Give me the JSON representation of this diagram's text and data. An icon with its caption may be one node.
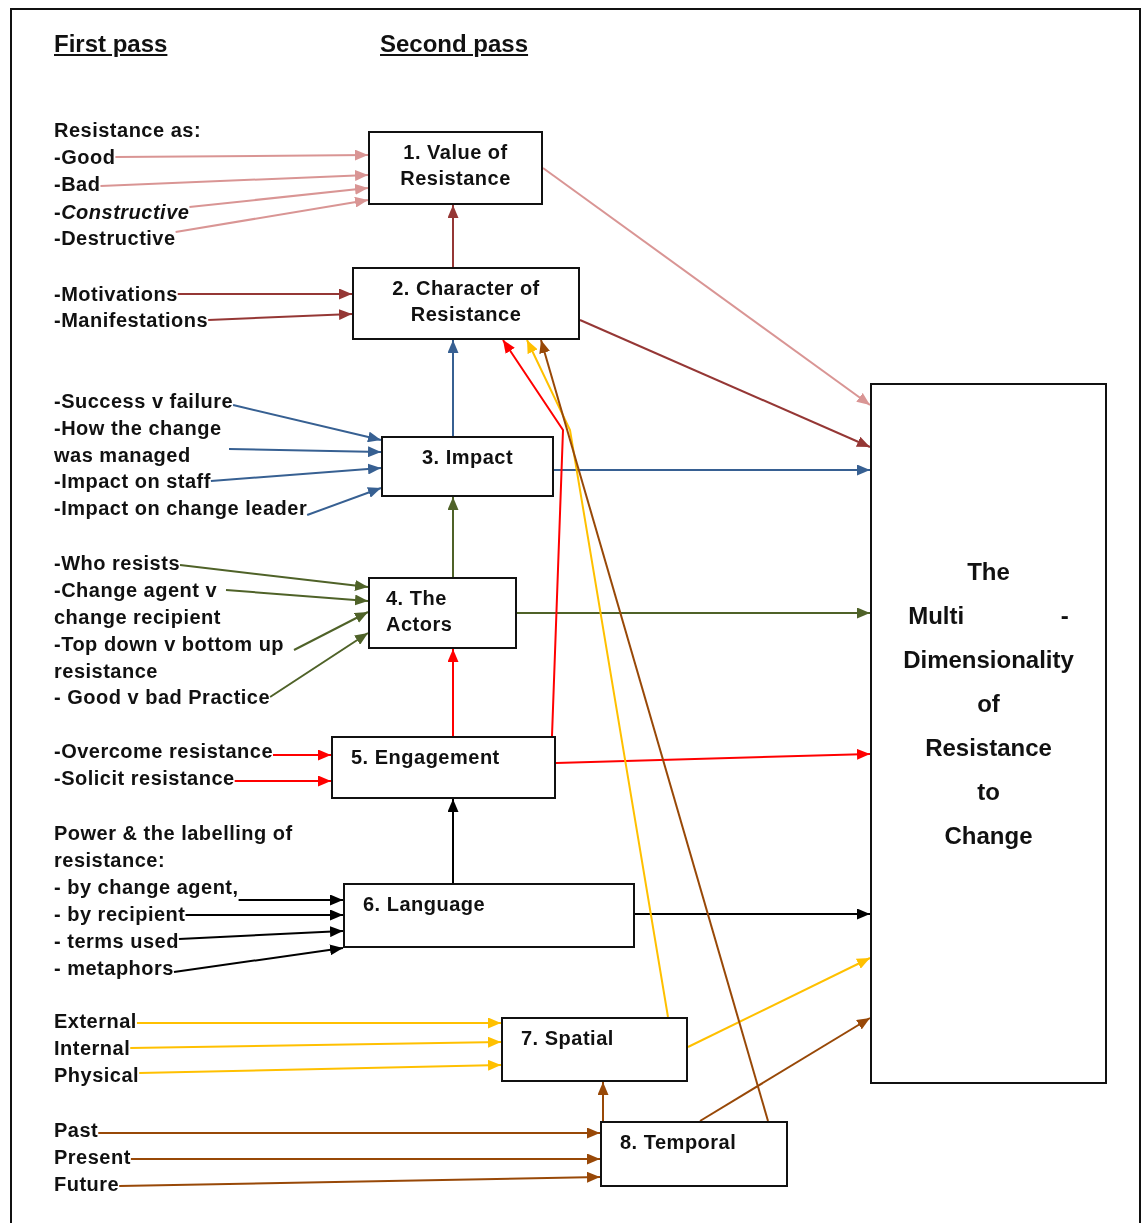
{
  "diagram": {
    "nodes": [
      {
        "text": [
          "-Good"
        ]
      },
      {
        "text": [
          "-Bad"
        ]
      },
      {
        "text": [
          "-*Constructive*"
        ]
      },
      {
        "text": [
          "-Destructive"
        ]
      },
      {
        "text": [
          "1. Value of Resistance"
        ]
      },
      {
        "text": [
          "-Motivations"
        ]
      },
      {
        "text": [
          "-Manifestations"
        ]
      },
      {
        "text": [
          "2. Character of Resistance"
        ]
      },
      {
        "text": [
          "-Success v failure"
        ]
      },
      {
        "text": [
          "-How the change was managed"
        ]
      },
      {
        "text": [
          "-Impact on staff"
        ]
      },
      {
        "text": [
          "-Impact on change leader"
        ]
      },
      {
        "text": [
          "3. Impact"
        ]
      },
      {
        "text": [
          "-Who resists"
        ]
      },
      {
        "text": [
          "-Change agent v change recipient"
        ]
      },
      {
        "text": [
          "-Top down v bottom up resistance"
        ]
      },
      {
        "text": [
          "- Good v bad Practice"
        ]
      },
      {
        "text": [
          "4. The Actors"
        ]
      },
      {
        "text": [
          "-Overcome resistance"
        ]
      },
      {
        "text": [
          "-Solicit resistance"
        ]
      },
      {
        "text": [
          "5. Engagement"
        ]
      },
      {
        "text": [
          "- by change agent,"
        ]
      },
      {
        "text": [
          "- by recipient"
        ]
      },
      {
        "text": [
          "- terms used"
        ]
      },
      {
        "text": [
          "- metaphors"
        ]
      },
      {
        "text": [
          "6. Language"
        ]
      },
      {
        "text": [
          "External"
        ]
      },
      {
        "text": [
          "Internal"
        ]
      },
      {
        "text": [
          "Physical"
        ]
      },
      {
        "text": [
          "7. Spatial"
        ]
      },
      {
        "text": [
          "Past"
        ]
      },
      {
        "text": [
          "Present"
        ]
      },
      {
        "text": [
          "Future"
        ]
      },
      {
        "text": [
          "8. Temporal"
        ]
      },
      {
        "text": [
          "The Multi - Dimensionality of Resistance to Change"
        ]
      }
    ],
    "edges": [
      {
        "from": 0,
        "to": 4,
        "arrow": "to",
        "color": "#d99594"
      },
      {
        "from": 1,
        "to": 4,
        "arrow": "to",
        "color": "#d99594"
      },
      {
        "from": 2,
        "to": 4,
        "arrow": "to",
        "color": "#d99594"
      },
      {
        "from": 3,
        "to": 4,
        "arrow": "to",
        "color": "#d99594"
      },
      {
        "from": 4,
        "to": 34,
        "arrow": "to",
        "color": "#d99594"
      },
      {
        "from": 5,
        "to": 7,
        "arrow": "to",
        "color": "#953735"
      },
      {
        "from": 6,
        "to": 7,
        "arrow": "to",
        "color": "#953735"
      },
      {
        "from": 7,
        "to": 4,
        "arrow": "to",
        "color": "#953735"
      },
      {
        "from": 7,
        "to": 34,
        "arrow": "to",
        "color": "#953735"
      },
      {
        "from": 8,
        "to": 12,
        "arrow": "to",
        "color": "#376092"
      },
      {
        "from": 9,
        "to": 12,
        "arrow": "to",
        "color": "#376092"
      },
      {
        "from": 10,
        "to": 12,
        "arrow": "to",
        "color": "#376092"
      },
      {
        "from": 11,
        "to": 12,
        "arrow": "to",
        "color": "#376092"
      },
      {
        "from": 12,
        "to": 7,
        "arrow": "to",
        "color": "#376092"
      },
      {
        "from": 12,
        "to": 34,
        "arrow": "to",
        "color": "#376092"
      },
      {
        "from": 13,
        "to": 17,
        "arrow": "to",
        "color": "#4f6228"
      },
      {
        "from": 14,
        "to": 17,
        "arrow": "to",
        "color": "#4f6228"
      },
      {
        "from": 15,
        "to": 17,
        "arrow": "to",
        "color": "#4f6228"
      },
      {
        "from": 16,
        "to": 17,
        "arrow": "to",
        "color": "#4f6228"
      },
      {
        "from": 17,
        "to": 12,
        "arrow": "to",
        "color": "#4f6228"
      },
      {
        "from": 17,
        "to": 34,
        "arrow": "to",
        "color": "#4f6228"
      },
      {
        "from": 18,
        "to": 20,
        "arrow": "to",
        "color": "#ff0000"
      },
      {
        "from": 19,
        "to": 20,
        "arrow": "to",
        "color": "#ff0000"
      },
      {
        "from": 20,
        "to": 17,
        "arrow": "to",
        "color": "#ff0000"
      },
      {
        "from": 20,
        "to": 7,
        "arrow": "to",
        "color": "#ff0000"
      },
      {
        "from": 20,
        "to": 34,
        "arrow": "to",
        "color": "#ff0000"
      },
      {
        "from": 21,
        "to": 25,
        "arrow": "to",
        "color": "#000000"
      },
      {
        "from": 22,
        "to": 25,
        "arrow": "to",
        "color": "#000000"
      },
      {
        "from": 23,
        "to": 25,
        "arrow": "to",
        "color": "#000000"
      },
      {
        "from": 24,
        "to": 25,
        "arrow": "to",
        "color": "#000000"
      },
      {
        "from": 25,
        "to": 20,
        "arrow": "to",
        "color": "#000000"
      },
      {
        "from": 25,
        "to": 34,
        "arrow": "to",
        "color": "#000000"
      },
      {
        "from": 26,
        "to": 29,
        "arrow": "to",
        "color": "#ffc000"
      },
      {
        "from": 27,
        "to": 29,
        "arrow": "to",
        "color": "#ffc000"
      },
      {
        "from": 28,
        "to": 29,
        "arrow": "to",
        "color": "#ffc000"
      },
      {
        "from": 29,
        "to": 7,
        "arrow": "to",
        "color": "#ffc000"
      },
      {
        "from": 29,
        "to": 34,
        "arrow": "to",
        "color": "#ffc000"
      },
      {
        "from": 30,
        "to": 33,
        "arrow": "to",
        "color": "#984807"
      },
      {
        "from": 31,
        "to": 33,
        "arrow": "to",
        "color": "#984807"
      },
      {
        "from": 32,
        "to": 33,
        "arrow": "to",
        "color": "#984807"
      },
      {
        "from": 33,
        "to": 29,
        "arrow": "to",
        "color": "#984807"
      },
      {
        "from": 33,
        "to": 7,
        "arrow": "to",
        "color": "#984807"
      },
      {
        "from": 33,
        "to": 34,
        "arrow": "to",
        "color": "#984807"
      }
    ],
    "labels": [
      "First pass",
      "Second pass",
      "Resistance as:",
      "Power & the labelling of resistance:"
    ]
  }
}
